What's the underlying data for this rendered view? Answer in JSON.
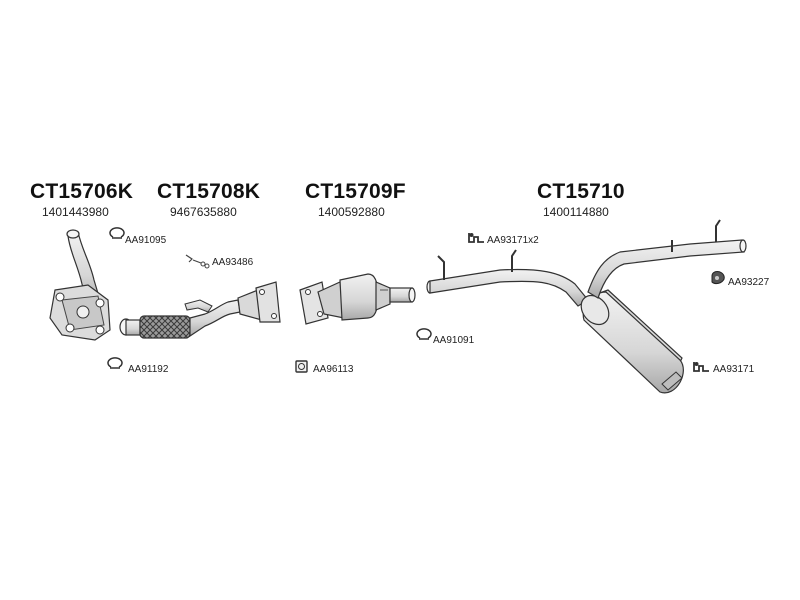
{
  "assemblies": [
    {
      "code": "CT15706K",
      "part_number": "1401443980"
    },
    {
      "code": "CT15708K",
      "part_number": "9467635880"
    },
    {
      "code": "CT15709F",
      "part_number": "1400592880"
    },
    {
      "code": "CT15710",
      "part_number": "1400114880"
    }
  ],
  "accessories": [
    {
      "code": "AA91095",
      "icon": "clamp-icon"
    },
    {
      "code": "AA93486",
      "icon": "bolt-kit-icon"
    },
    {
      "code": "AA93171x2",
      "icon": "rubber-hanger-icon"
    },
    {
      "code": "AA93227",
      "icon": "rubber-ring-icon"
    },
    {
      "code": "AA91091",
      "icon": "clamp-icon"
    },
    {
      "code": "AA91192",
      "icon": "clamp-icon"
    },
    {
      "code": "AA96113",
      "icon": "gasket-icon"
    },
    {
      "code": "AA93171",
      "icon": "rubber-hanger-icon"
    }
  ],
  "colors": {
    "line": "#333333",
    "fill": "#e6e6e6",
    "shade": "#bdbdbd"
  }
}
